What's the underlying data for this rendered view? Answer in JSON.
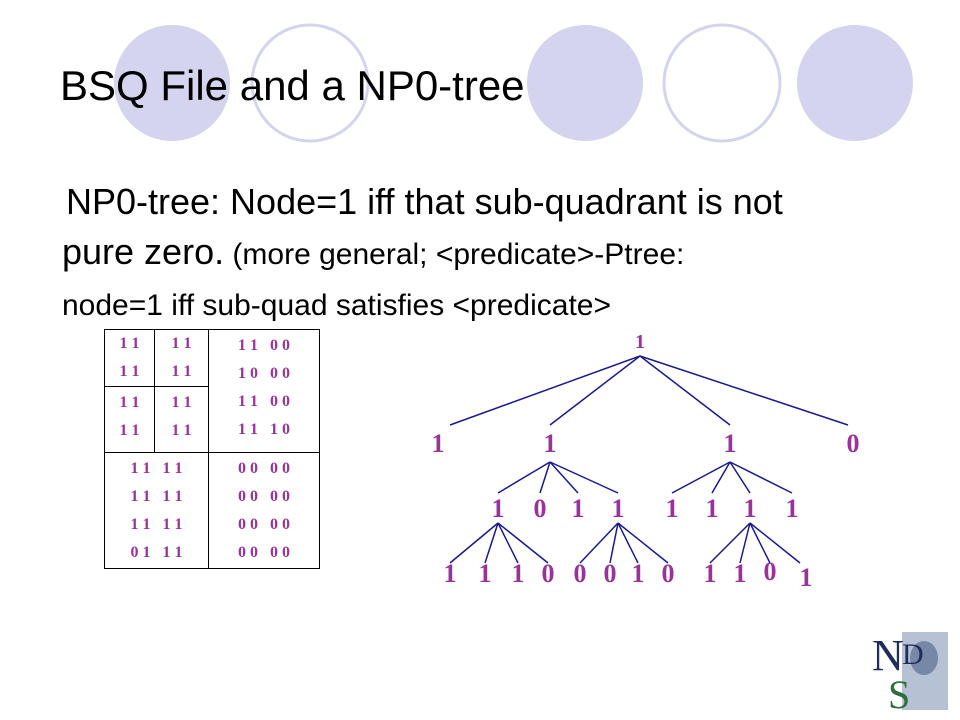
{
  "slide": {
    "title": "BSQ File and a NP0-tree",
    "body": {
      "line1": "NP0-tree: Node=1 iff that sub-quadrant is not",
      "line2a": "pure zero.",
      "line2b": " (more general; <predicate>-Ptree:",
      "line3": "node=1 iff sub-quad satisfies <predicate>"
    }
  },
  "grid": {
    "blocks": [
      {
        "name": "quad-top-left-1",
        "rows": [
          "1 1",
          "1 1"
        ]
      },
      {
        "name": "quad-top-left-2",
        "rows": [
          "1 1",
          "1 1"
        ]
      },
      {
        "name": "quad-top-left-3",
        "rows": [
          "1 1",
          "1 1"
        ]
      },
      {
        "name": "quad-top-left-4",
        "rows": [
          "1 1",
          "1 1"
        ]
      },
      {
        "name": "quad-top-right",
        "rows": [
          "1 1   0 0",
          "1 0   0 0",
          "1 1   0 0",
          "1 1   1 0"
        ]
      },
      {
        "name": "quad-bottom-left",
        "rows": [
          "1 1   1 1",
          "1 1   1 1",
          "1 1   1 1",
          "0 1   1 1"
        ]
      },
      {
        "name": "quad-bottom-right",
        "rows": [
          "0 0   0 0",
          "0 0   0 0",
          "0 0   0 0",
          "0 0   0 0"
        ]
      }
    ]
  },
  "tree": {
    "root": "1",
    "level1": [
      "1",
      "1",
      "1",
      "0"
    ],
    "level2": [
      "1",
      "0",
      "1",
      "1",
      "1",
      "1",
      "1",
      "1"
    ],
    "level3": [
      "1",
      "1",
      "1",
      "0",
      "0",
      "0",
      "1",
      "0",
      "1",
      "1",
      "0",
      "1"
    ]
  },
  "colors": {
    "accent_circle": "#D4D4EE",
    "node_text": "#993399",
    "edge": "#1A1A8C"
  },
  "logo": {
    "letters": [
      "N",
      "D",
      "S"
    ]
  }
}
